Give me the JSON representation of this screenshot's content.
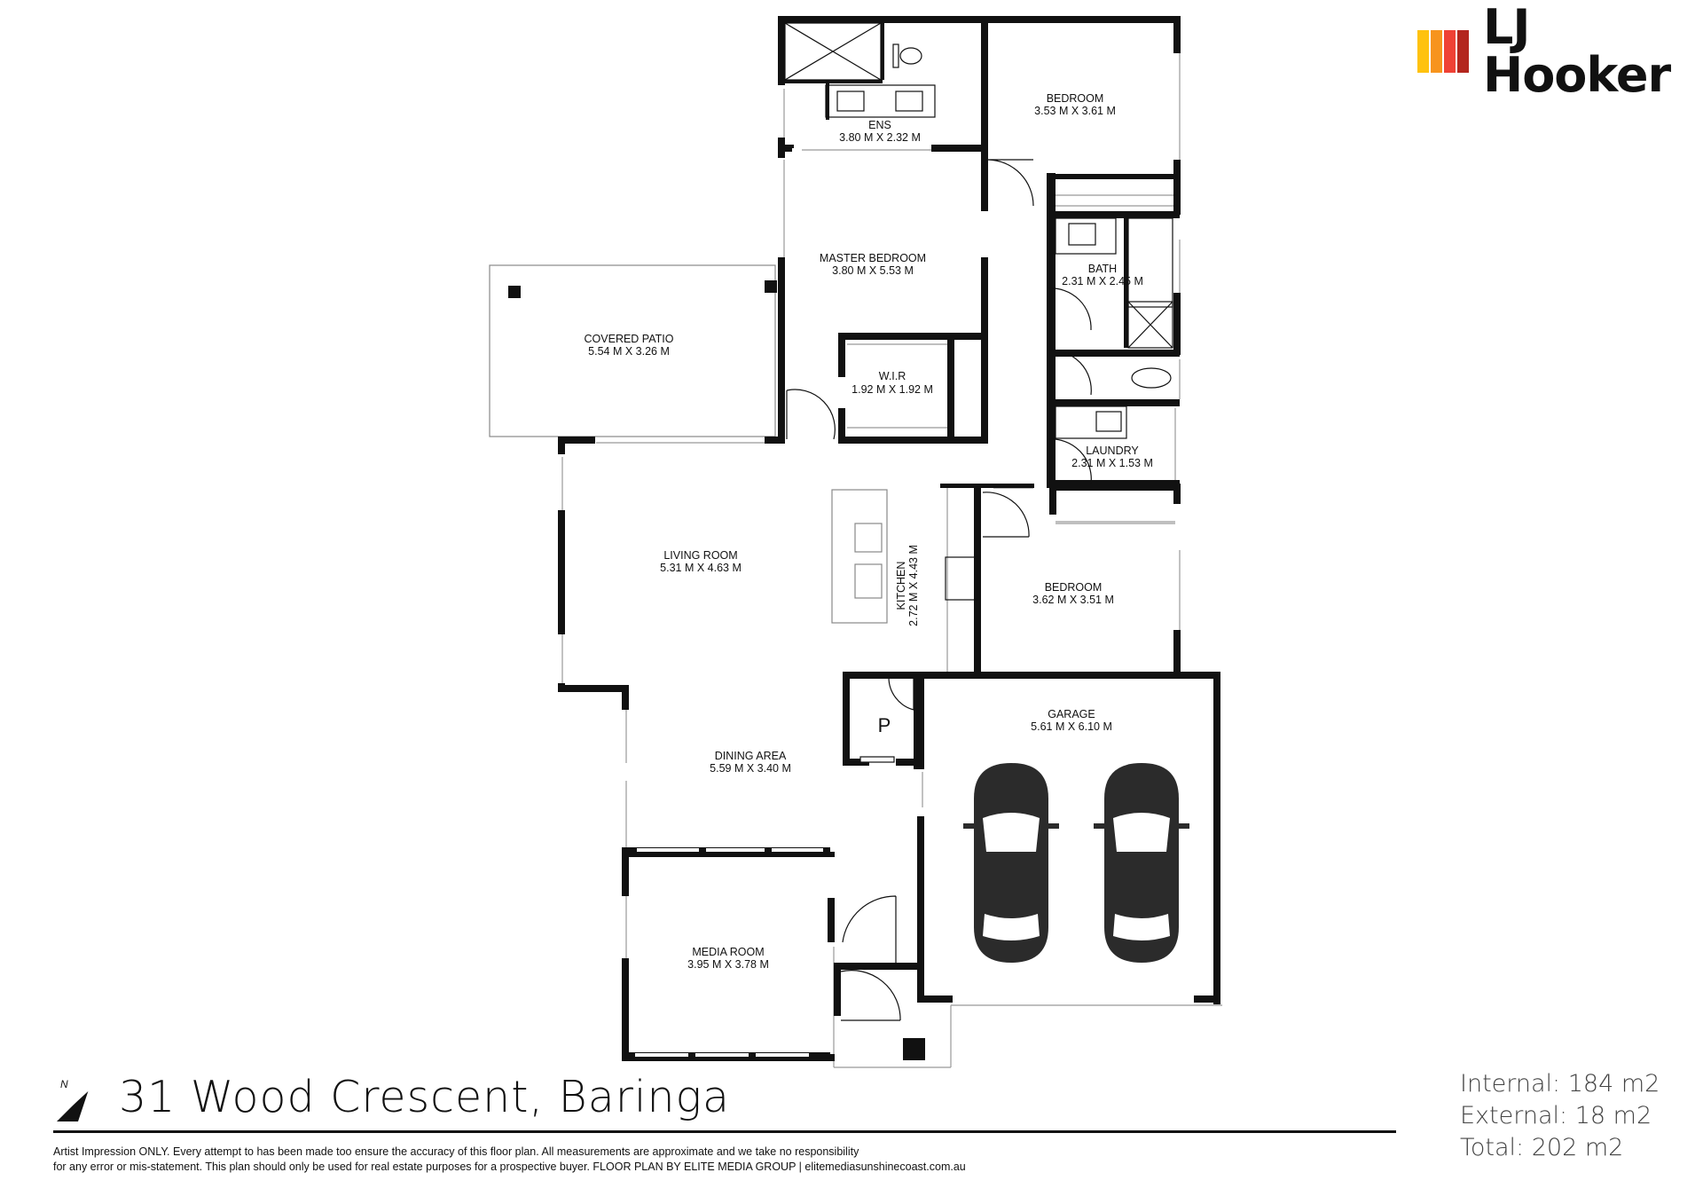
{
  "brand": {
    "name": "LJ Hooker",
    "bar_colors": [
      "#FFC20E",
      "#F7941D",
      "#EF4135",
      "#B3261E"
    ]
  },
  "rooms": {
    "bedroom_top": {
      "name": "BEDROOM",
      "dims": "3.53 M X 3.61 M"
    },
    "ens": {
      "name": "ENS",
      "dims": "3.80 M X 2.32 M"
    },
    "master": {
      "name": "MASTER BEDROOM",
      "dims": "3.80 M X 5.53 M"
    },
    "bath": {
      "name": "BATH",
      "dims": "2.31 M X 2.45 M"
    },
    "patio": {
      "name": "COVERED PATIO",
      "dims": "5.54 M X 3.26 M"
    },
    "wir": {
      "name": "W.I.R",
      "dims": "1.92 M X 1.92 M"
    },
    "laundry": {
      "name": "LAUNDRY",
      "dims": "2.31 M X 1.53 M"
    },
    "living": {
      "name": "LIVING ROOM",
      "dims": "5.31 M X 4.63 M"
    },
    "kitchen": {
      "name": "KITCHEN",
      "dims": "2.72 M X 4.43 M"
    },
    "bedroom_mid": {
      "name": "BEDROOM",
      "dims": "3.62 M X 3.51 M"
    },
    "pantry": {
      "name": "P"
    },
    "garage": {
      "name": "GARAGE",
      "dims": "5.61 M X 6.10 M"
    },
    "dining": {
      "name": "DINING AREA",
      "dims": "5.59 M X 3.40 M"
    },
    "media": {
      "name": "MEDIA ROOM",
      "dims": "3.95 M X 3.78 M"
    }
  },
  "address": "31 Wood Crescent, Baringa",
  "disclaimer": {
    "line1": "Artist Impression ONLY. Every attempt to has been made too ensure the accuracy of this floor plan. All measurements are approximate and we take no responsibility",
    "line2": "for any error or mis-statement. This plan should only be used for real estate purposes for a prospective buyer. FLOOR PLAN BY ELITE MEDIA GROUP | elitemediasunshinecoast.com.au"
  },
  "areas": {
    "internal": "Internal: 184 m2",
    "external": "External: 18 m2",
    "total": "Total: 202 m2"
  },
  "icons": {
    "north": "north-arrow-icon",
    "car": "car-icon"
  }
}
